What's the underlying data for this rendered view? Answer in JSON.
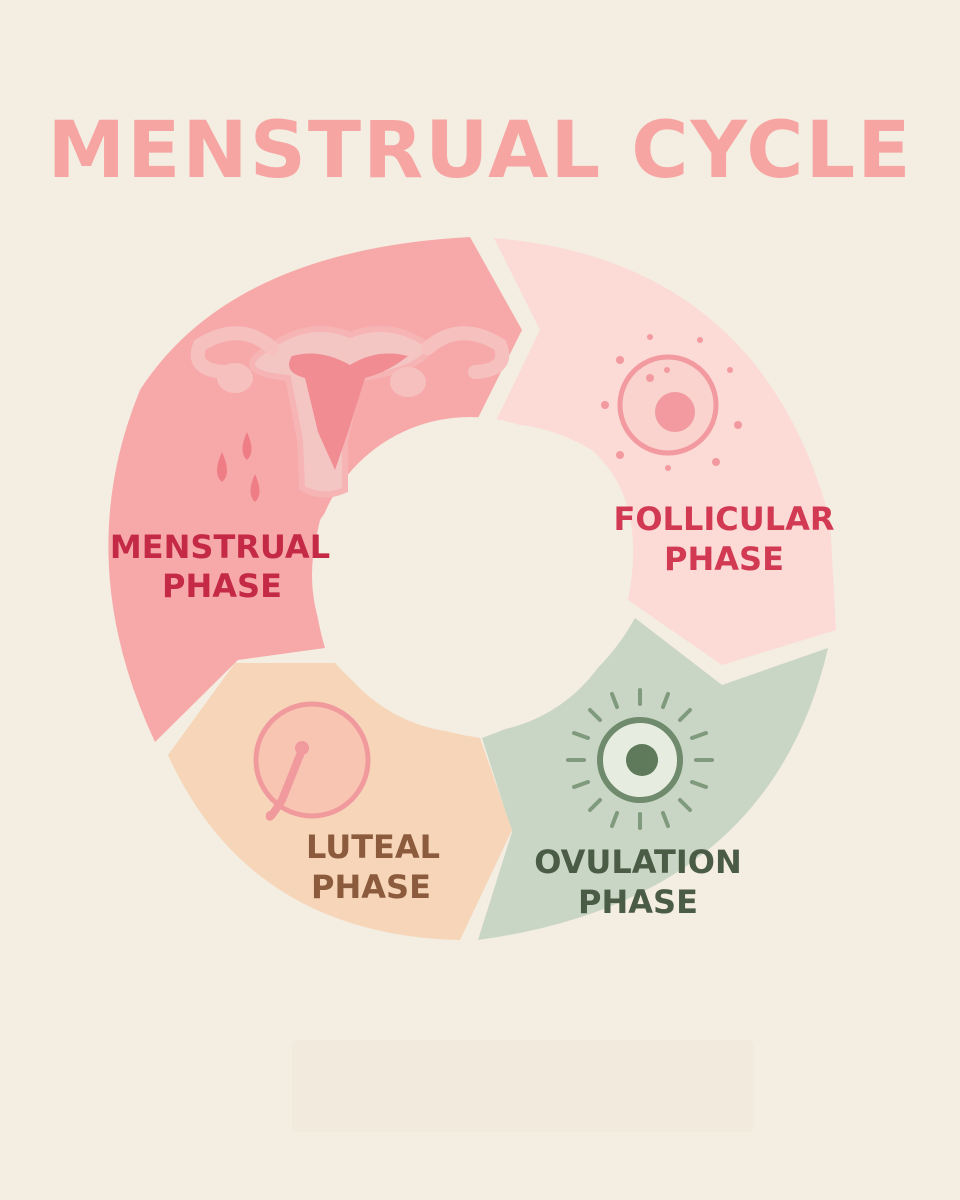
{
  "title": "MENSTRUAL CYCLE",
  "colors": {
    "background": "#f4ede1",
    "title": "#f6a5a3",
    "menstrual_fill": "#f7a9aa",
    "menstrual_text": "#c42a45",
    "follicular_fill": "#fcdad6",
    "follicular_text": "#d23a54",
    "ovulation_fill": "#c9d6c5",
    "ovulation_text": "#4a5b46",
    "luteal_fill": "#f6d5b8",
    "luteal_text": "#8c5a3c"
  },
  "phases": [
    {
      "id": "menstrual",
      "line1": "MENSTRUAL",
      "line2": "PHASE",
      "icon": "uterus-icon"
    },
    {
      "id": "follicular",
      "line1": "FOLLICULAR",
      "line2": "PHASE",
      "icon": "follicle-icon"
    },
    {
      "id": "ovulation",
      "line1": "OVULATION",
      "line2": "PHASE",
      "icon": "egg-release-icon"
    },
    {
      "id": "luteal",
      "line1": "LUTEAL",
      "line2": "PHASE",
      "icon": "corpus-luteum-icon"
    }
  ]
}
